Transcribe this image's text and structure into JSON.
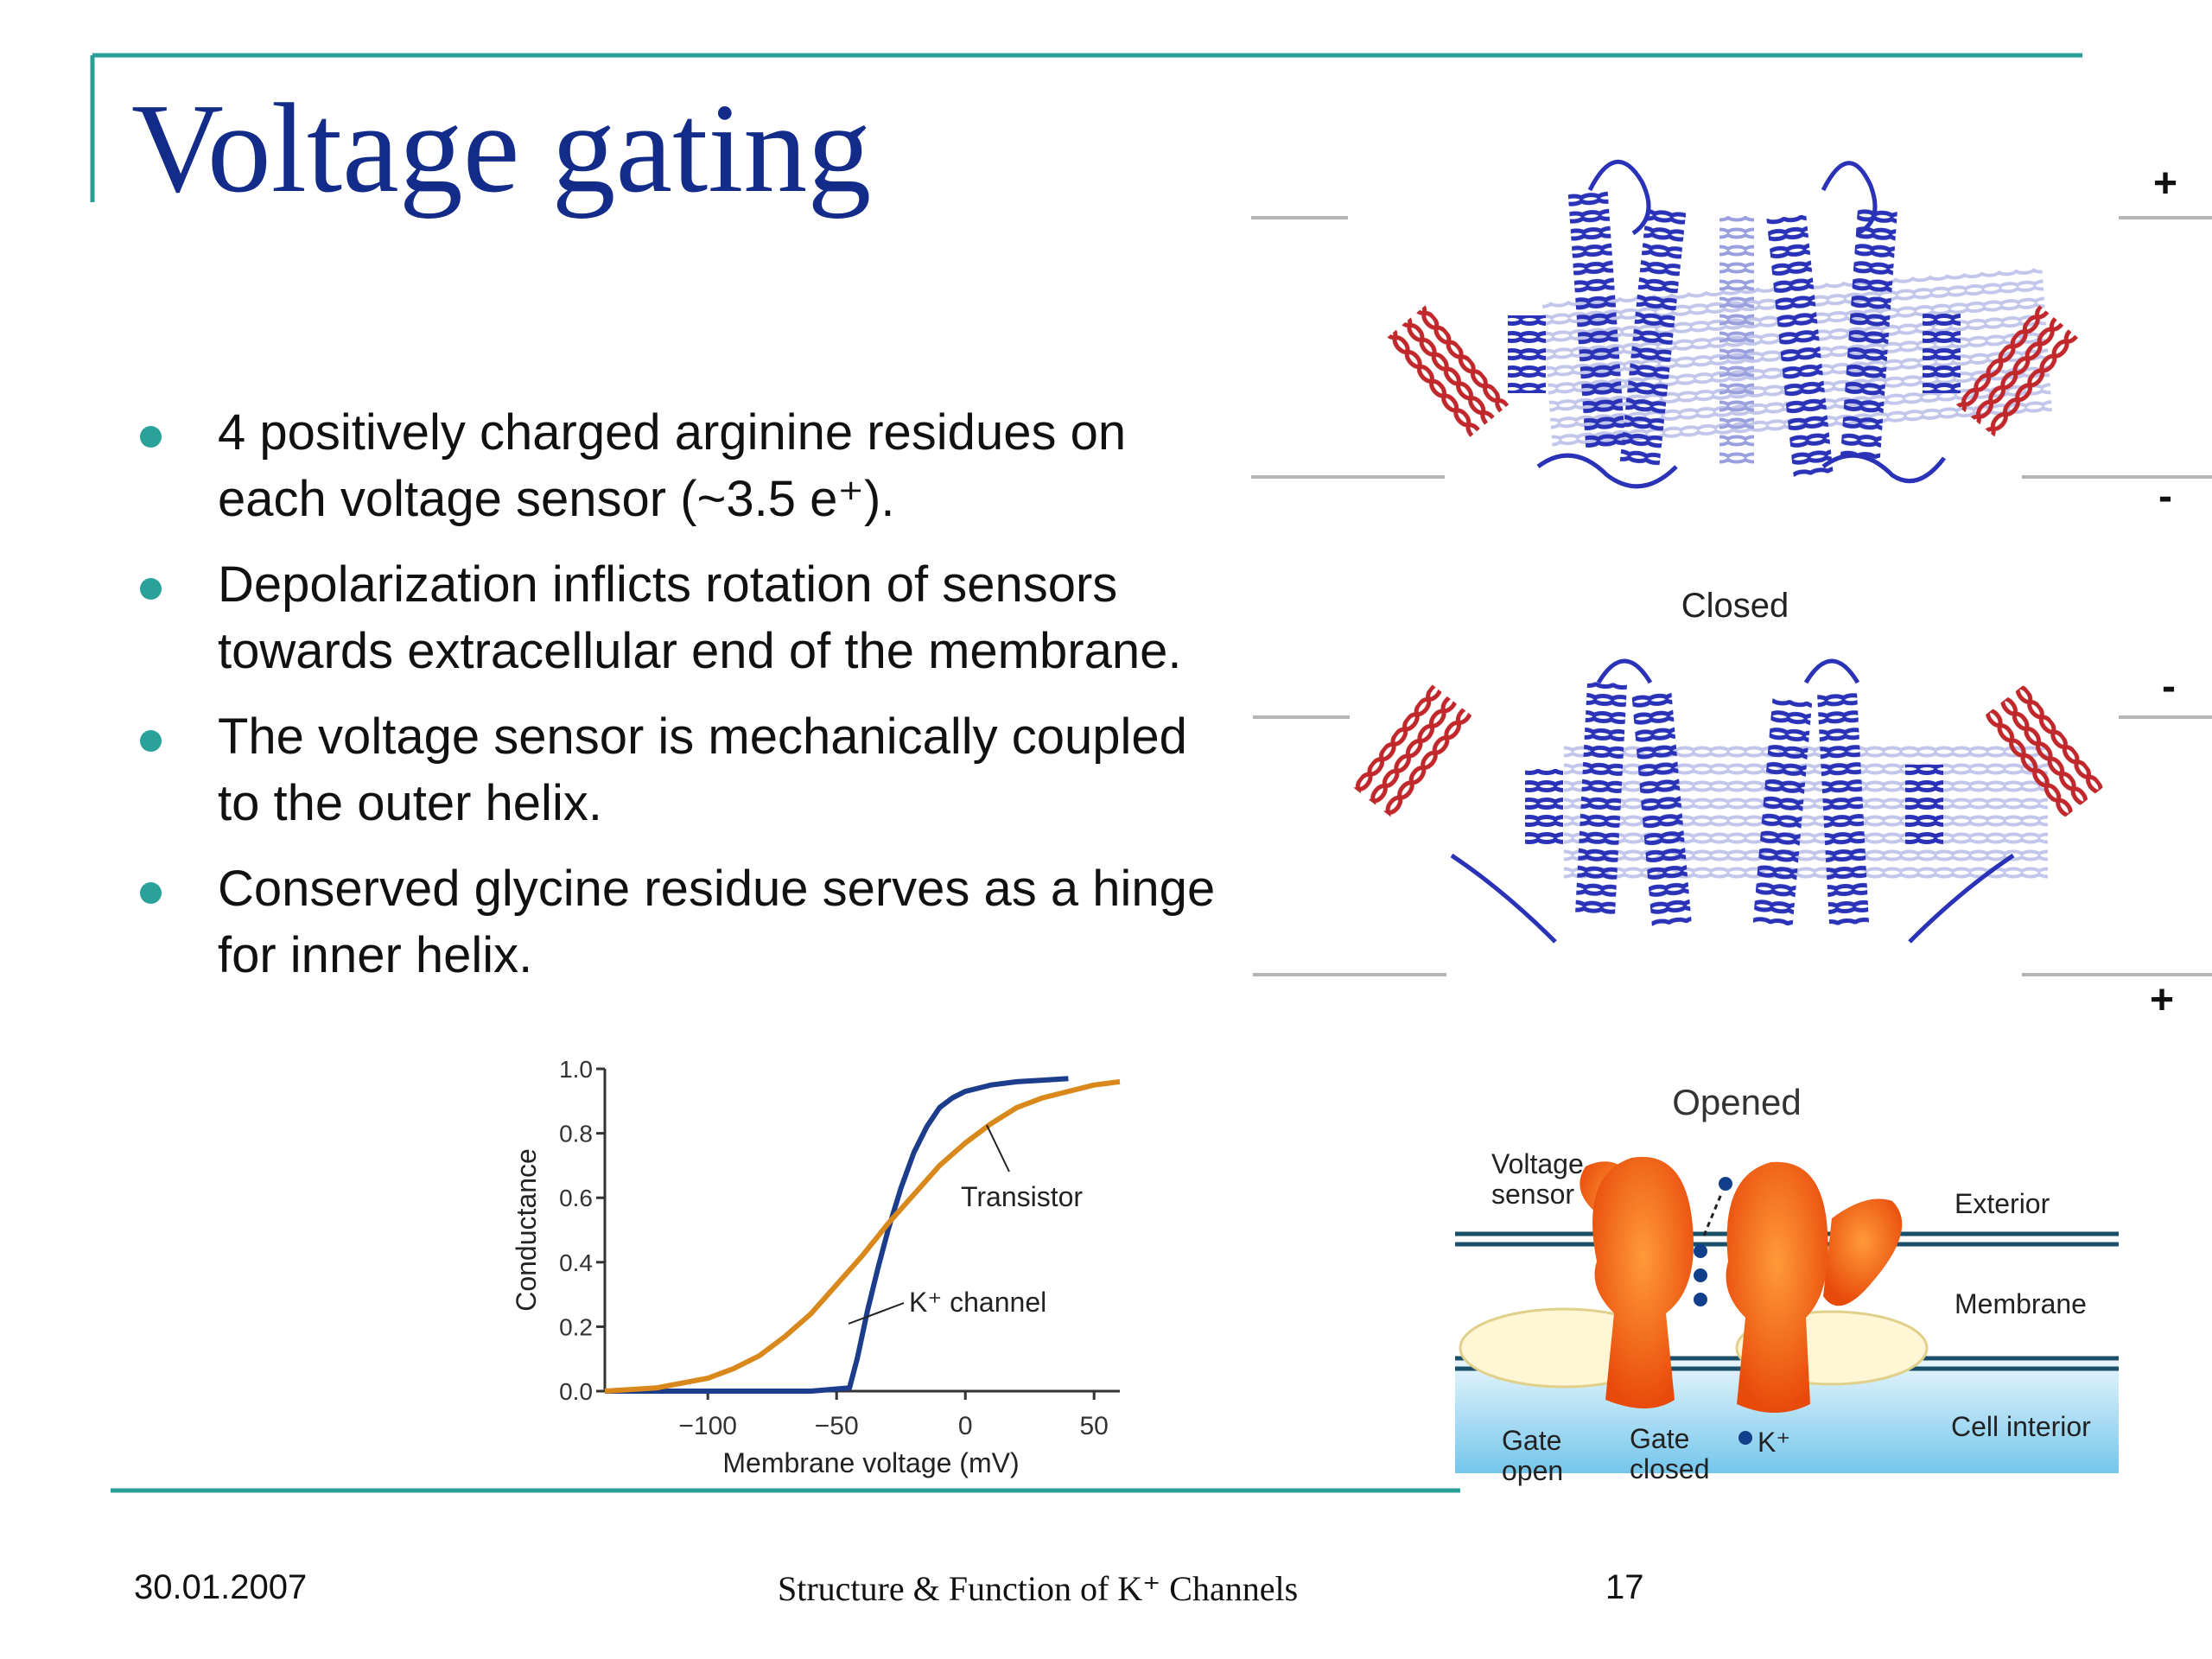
{
  "slide": {
    "title": "Voltage gating",
    "bullets": [
      {
        "text": "4 positively charged arginine residues on each voltage sensor (~3.5 e⁺)."
      },
      {
        "text": "Depolarization inflicts rotation of sensors towards extracellular end of the membrane."
      },
      {
        "text": "The voltage sensor is mechanically coupled to the outer helix."
      },
      {
        "text": "Conserved glycine residue serves as a hinge for inner helix."
      }
    ],
    "footer": {
      "date": "30.01.2007",
      "title": "Structure & Function of K⁺ Channels",
      "page": "17"
    }
  },
  "structures": {
    "closed_label": "Closed",
    "opened_label": "Opened",
    "signs": [
      "+",
      "-",
      "-",
      "+"
    ],
    "colors": {
      "sensor": "#c0282c",
      "core": "#2a33b8",
      "core_light": "#8a8fd8",
      "membrane_line": "#b5b5b5"
    }
  },
  "schematic": {
    "voltage_sensor": "Voltage\nsensor",
    "exterior": "Exterior",
    "membrane": "Membrane",
    "cell_interior": "Cell interior",
    "gate_open": "Gate\nopen",
    "gate_closed": "Gate\nclosed",
    "ion": "K⁺",
    "colors": {
      "protein": "#f25a10",
      "membrane_fill": "#fff6d6",
      "interior": "#8ccfee"
    }
  },
  "chart_data": {
    "type": "line",
    "xlabel": "Membrane voltage (mV)",
    "ylabel": "Conductance",
    "xlim": [
      -140,
      60
    ],
    "ylim": [
      0,
      1
    ],
    "xticks": [
      -100,
      -50,
      0,
      50
    ],
    "xtick_labels": [
      "−100",
      "−50",
      "0",
      "50"
    ],
    "yticks": [
      0.0,
      0.2,
      0.4,
      0.6,
      0.8,
      1.0
    ],
    "ytick_labels": [
      "0.0",
      "0.2",
      "0.4",
      "0.6",
      "0.8",
      "1.0"
    ],
    "grid": false,
    "series": [
      {
        "name": "K⁺ channel",
        "color": "#1c3c8c",
        "x": [
          -140,
          -60,
          -45,
          -42,
          -38,
          -34,
          -30,
          -25,
          -20,
          -15,
          -10,
          -5,
          0,
          10,
          20,
          30,
          40
        ],
        "y": [
          0.0,
          0.0,
          0.01,
          0.1,
          0.25,
          0.38,
          0.5,
          0.63,
          0.74,
          0.82,
          0.88,
          0.91,
          0.93,
          0.95,
          0.96,
          0.965,
          0.97
        ]
      },
      {
        "name": "Transistor",
        "color": "#d9891c",
        "x": [
          -140,
          -120,
          -100,
          -90,
          -80,
          -70,
          -60,
          -50,
          -40,
          -30,
          -20,
          -10,
          0,
          10,
          20,
          30,
          40,
          50,
          60
        ],
        "y": [
          0.0,
          0.01,
          0.04,
          0.07,
          0.11,
          0.17,
          0.24,
          0.33,
          0.42,
          0.52,
          0.61,
          0.7,
          0.77,
          0.83,
          0.88,
          0.91,
          0.93,
          0.95,
          0.96
        ]
      }
    ]
  }
}
